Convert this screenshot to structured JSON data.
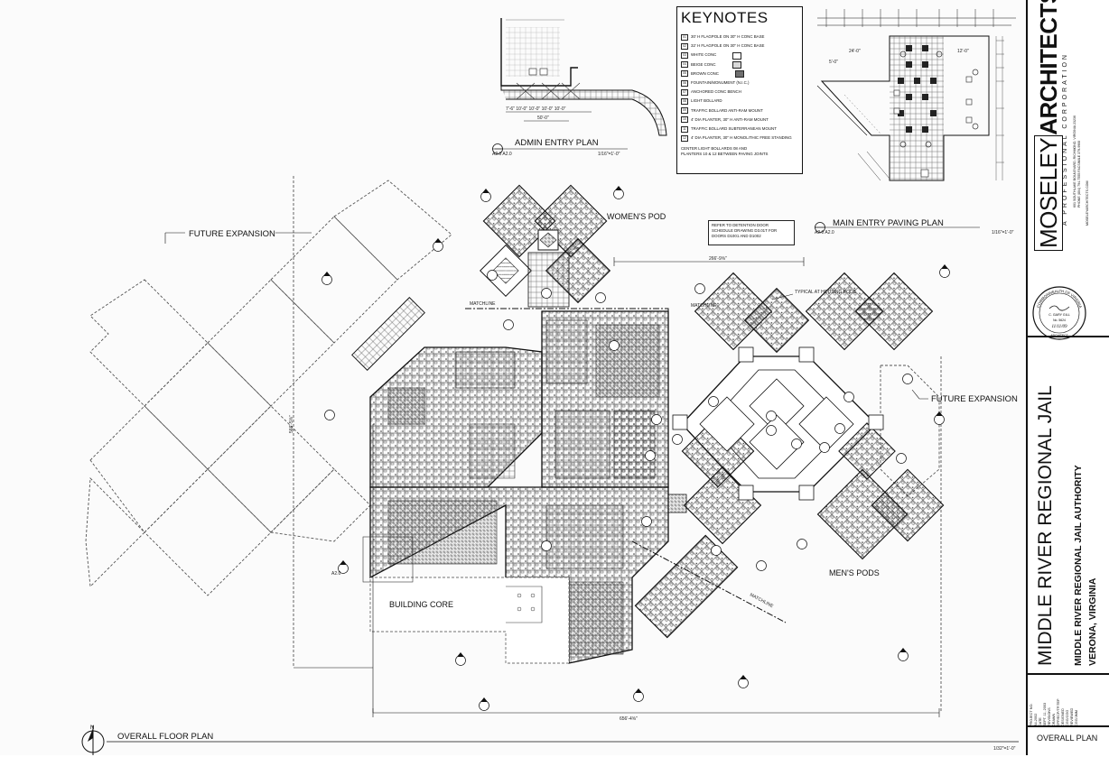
{
  "sheet": {
    "title": "OVERALL PLAN",
    "drawing_title": "OVERALL FLOOR PLAN",
    "drawing_scale": "1/32\"=1'-0\""
  },
  "firm": {
    "name_part1": "MOSELEY",
    "name_part2": "ARCHITECTS",
    "tagline": "A PROFESSIONAL CORPORATION",
    "address": "601 SOUTHLAKE BOULEVARD, RICHMOND, VIRGINIA 23236",
    "phone": "PHONE (804) 794-7555  FACSIMILE 379-9900",
    "web": "MOSELEYARCHITECTS.COM"
  },
  "project": {
    "name": "MIDDLE RIVER REGIONAL JAIL",
    "owner": "MIDDLE RIVER REGIONAL JAIL AUTHORITY",
    "location": "VERONA, VIRGINIA"
  },
  "seal": {
    "ring_text": "COMMONWEALTH OF VIRGINIA",
    "name": "C. GARY GILL",
    "number": "No. 5624",
    "date": "11/11/09",
    "role": "ARCHITECT"
  },
  "project_info": {
    "project_no_label": "PROJECT NO.",
    "project_no": "A4-2002",
    "date_label": "DATE",
    "date": "SEPT. 11, 2003",
    "revisions_label": "REVISIONS",
    "drawn_label": "DRAWN",
    "drawn": "EPP/ECP/TF/TEP",
    "designed_label": "DESIGNED",
    "designed": "CGG/CGG",
    "reviewed_label": "REVIEWED",
    "reviewed": "CGG/JMM"
  },
  "keynotes": {
    "title": "KEYNOTES",
    "items": [
      {
        "num": "01",
        "text": "30' H FLAGPOLE ON 30\" H CONC BASE"
      },
      {
        "num": "02",
        "text": "32' H FLAGPOLE ON 30\" H CONC BASE"
      },
      {
        "num": "03",
        "text": "WHITE CONC"
      },
      {
        "num": "04",
        "text": "BEIGE CONC"
      },
      {
        "num": "05",
        "text": "BROWN CONC"
      },
      {
        "num": "06",
        "text": "FOUNTAIN/MONUMENT (N.I.C.)"
      },
      {
        "num": "07",
        "text": "ANCHORED CONC BENCH"
      },
      {
        "num": "08",
        "text": "LIGHT BOLLARD"
      },
      {
        "num": "09",
        "text": "TRAFFIC BOLLARD ANTI-RAM MOUNT"
      },
      {
        "num": "10",
        "text": "4' DIA PLANTER, 30\" H ANTI-RAM MOUNT"
      },
      {
        "num": "11",
        "text": "TRAFFIC BOLLARD SUBTERRANEAN MOUNT"
      },
      {
        "num": "12",
        "text": "4' DIA PLANTER, 30\" H MONOLITHIC FREE STANDING"
      }
    ],
    "footnote_line1": "CENTER LIGHT BOLLARDS 08 AND",
    "footnote_line2": "PLANTERS 10 & 12 BETWEEN PAVING JOINTS",
    "swatch_colors": {
      "03": "#ffffff",
      "04": "#d9d9d9",
      "05": "#6f6f6f"
    }
  },
  "labels": {
    "admin_entry_plan": "ADMIN ENTRY PLAN",
    "admin_entry_scale": "1/16\"=1'-0\"",
    "main_entry_paving_plan": "MAIN ENTRY PAVING PLAN",
    "main_entry_scale": "1/16\"=1'-0\"",
    "future_expansion_left": "FUTURE EXPANSION",
    "future_expansion_right": "FUTURE EXPANSION",
    "womens_pod": "WOMEN'S POD",
    "mens_pods": "MEN'S PODS",
    "building_core": "BUILDING CORE",
    "matchline": "MATCHLINE",
    "typical_pods": "TYPICAL AT HOUSING PODS",
    "detention_note_1": "REFER TO DETENTION DOOR",
    "detention_note_2": "SCHEDULE DRAWING D3.01T FOR",
    "detention_note_3": "DOORS D1001 AND D1002",
    "dim_top": "266'-9⅝\"",
    "dim_bottom": "656'-4⅝\"",
    "dim_left": "566'-5⅝\"",
    "dim_admin": "50'-0\"",
    "ref_a2": "A2.0"
  }
}
